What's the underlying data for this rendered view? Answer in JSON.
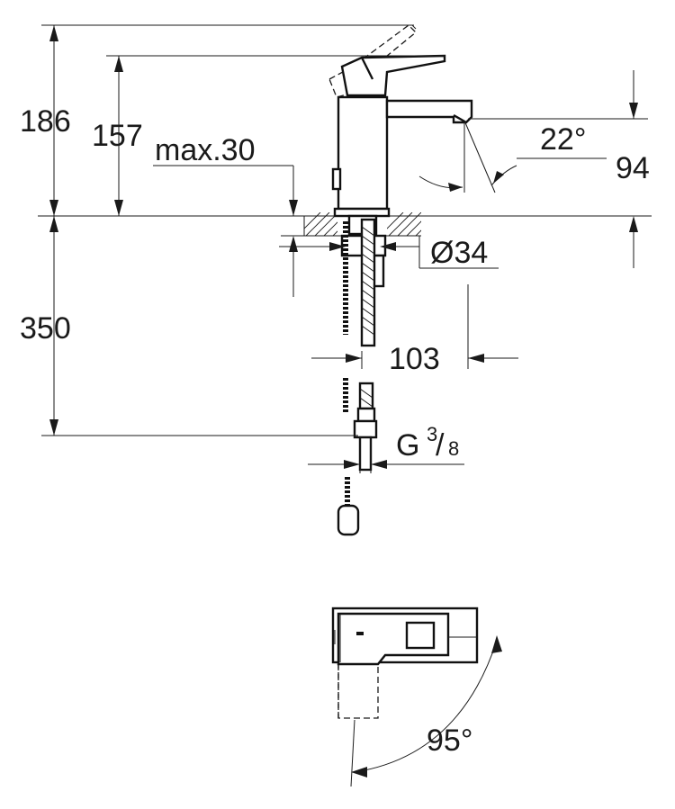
{
  "dimensions": {
    "total_height": "186",
    "spout_height": "157",
    "max_thickness": "max.30",
    "spout_angle": "22°",
    "spout_clearance": "94",
    "hole_diameter": "Ø34",
    "underside_length": "350",
    "spout_reach": "103",
    "thread_main": "G",
    "thread_num": "3",
    "thread_slash": "/",
    "thread_den": "8",
    "swivel_angle": "95°"
  }
}
